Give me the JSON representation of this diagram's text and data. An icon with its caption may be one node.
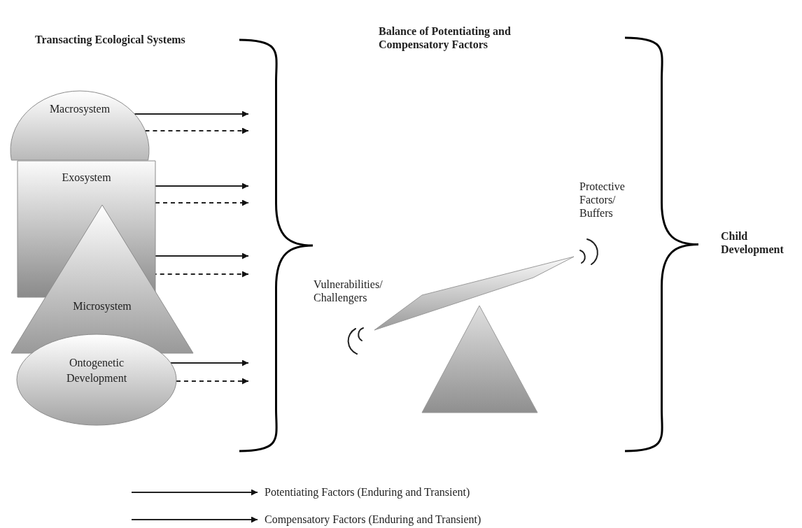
{
  "diagram": {
    "nodes": [
      {
        "text": [
          "Macrosystem"
        ]
      },
      {
        "text": [
          "Exosystem"
        ]
      },
      {
        "text": [
          "Microsystem"
        ]
      },
      {
        "text": [
          "Ontogenetic Development"
        ]
      }
    ],
    "edges": [
      {
        "from": 0,
        "to": null,
        "arrow": "to"
      },
      {
        "from": 0,
        "to": null,
        "arrow": "to",
        "style": "dashed"
      },
      {
        "from": 1,
        "to": null,
        "arrow": "to"
      },
      {
        "from": 1,
        "to": null,
        "arrow": "to",
        "style": "dashed"
      },
      {
        "from": 2,
        "to": null,
        "arrow": "to"
      },
      {
        "from": 2,
        "to": null,
        "arrow": "to",
        "style": "dashed"
      },
      {
        "from": 3,
        "to": null,
        "arrow": "to"
      },
      {
        "from": 3,
        "to": null,
        "arrow": "to",
        "style": "dashed"
      }
    ],
    "labels": [
      "Transacting Ecological Systems",
      "Balance of Potentiating and Compensatory Factors",
      "Protective Factors/ Buffers",
      "Vulnerabilities/ Challengers",
      "Child Development"
    ],
    "legend": [
      {
        "text": "Potentiating Factors (Enduring and Transient)"
      },
      {
        "text": "Compensatory Factors (Enduring and Transient)"
      }
    ]
  }
}
